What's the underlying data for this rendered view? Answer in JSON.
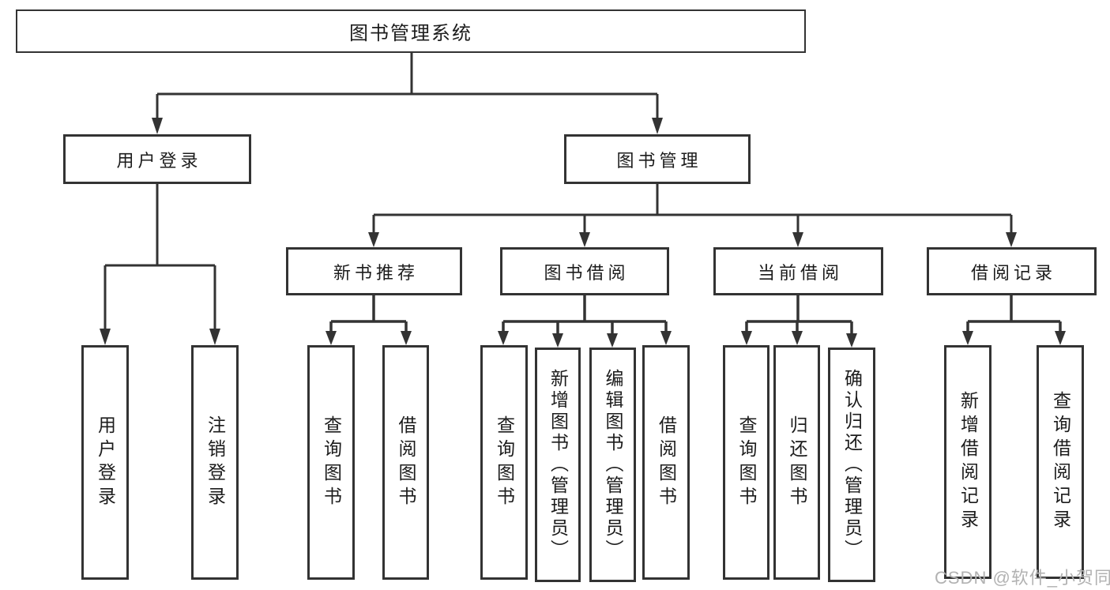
{
  "diagram": {
    "title": "图书管理系统",
    "watermark": "CSDN @软件_小贺同学",
    "colors": {
      "line": "#333333",
      "text": "#1c1c1c",
      "box_background": "#ffffff",
      "watermark": "#b2b2b2"
    },
    "nodes": {
      "root": "图书管理系统",
      "user_login": "用户登录",
      "book_management": "图书管理",
      "new_book_recommend": "新书推荐",
      "book_borrow": "图书借阅",
      "current_borrow": "当前借阅",
      "borrow_records": "借阅记录",
      "leaf_user_login": "用户登录",
      "leaf_logout": "注销登录",
      "recommend_query_books": "查询图书",
      "recommend_borrow_books": "借阅图书",
      "borrow_query_books": "查询图书",
      "borrow_add_books": "新增图书（管理员）",
      "borrow_edit_books": "编辑图书（管理员）",
      "borrow_borrow_books": "借阅图书",
      "current_query_books": "查询图书",
      "current_return_books": "归还图书",
      "current_confirm_return": "确认归还（管理员）",
      "records_add_record": "新增借阅记录",
      "records_query_record": "查询借阅记录"
    },
    "hierarchy": {
      "图书管理系统": [
        "用户登录",
        "图书管理"
      ],
      "用户登录": [
        "用户登录",
        "注销登录"
      ],
      "图书管理": [
        "新书推荐",
        "图书借阅",
        "当前借阅",
        "借阅记录"
      ],
      "新书推荐": [
        "查询图书",
        "借阅图书"
      ],
      "图书借阅": [
        "查询图书",
        "新增图书（管理员）",
        "编辑图书（管理员）",
        "借阅图书"
      ],
      "当前借阅": [
        "查询图书",
        "归还图书",
        "确认归还（管理员）"
      ],
      "借阅记录": [
        "新增借阅记录",
        "查询借阅记录"
      ]
    }
  }
}
